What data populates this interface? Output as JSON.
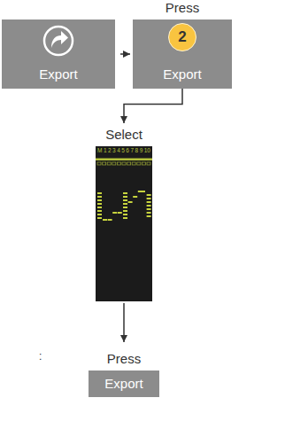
{
  "diagram": {
    "nodes": [
      {
        "text": [
          "Export"
        ]
      },
      {
        "text": [
          "Press",
          "Export"
        ]
      },
      {
        "text": [
          "2"
        ],
        "in": 1
      },
      {
        "text": [
          "Select",
          "M",
          "1",
          "2",
          "3",
          "4",
          "5",
          "6",
          "7",
          "8",
          "9",
          "10"
        ]
      },
      {
        "text": [
          "Press",
          "Export"
        ]
      }
    ],
    "edges": [
      {
        "from": 0,
        "to": 1,
        "arrow": "to"
      },
      {
        "from": 1,
        "to": 3,
        "arrow": "to"
      },
      {
        "from": 3,
        "to": 4,
        "arrow": "to"
      }
    ],
    "labels": [
      ":"
    ]
  }
}
